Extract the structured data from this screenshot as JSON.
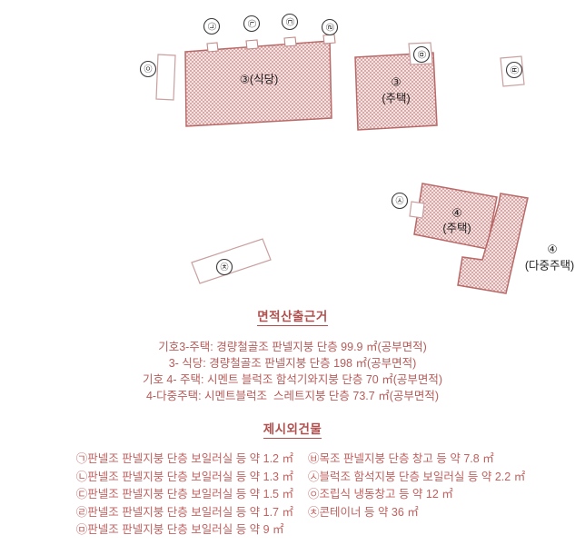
{
  "plan": {
    "buildings": [
      {
        "id": "restaurant",
        "number": "③",
        "name": "(식당)",
        "label": "③(식당)"
      },
      {
        "id": "house-3",
        "number": "③",
        "name": "(주택)",
        "label_line1": "③",
        "label_line2": "(주택)"
      },
      {
        "id": "house-4",
        "number": "④",
        "name": "(주택)",
        "label_line1": "④",
        "label_line2": "(주택)"
      },
      {
        "id": "multi-house-4",
        "number": "④",
        "name": "(다중주택)",
        "label_line1": "④",
        "label_line2": "(다중주택)"
      }
    ],
    "markers": [
      {
        "key": "giyeok",
        "glyph": "㉠"
      },
      {
        "key": "nieun",
        "glyph": "㉡"
      },
      {
        "key": "digeut",
        "glyph": "㉢"
      },
      {
        "key": "rieul",
        "glyph": "㉣"
      },
      {
        "key": "mieum",
        "glyph": "㉤"
      },
      {
        "key": "bieup",
        "glyph": "㉥"
      },
      {
        "key": "siot",
        "glyph": "㉦"
      },
      {
        "key": "ieung",
        "glyph": "㉧"
      },
      {
        "key": "chieut",
        "glyph": "㉩"
      }
    ],
    "colors": {
      "hatch_line": "#d69a9a",
      "outline": "#b96a68",
      "plain_outline": "#c9a0a0",
      "text": "#1d1d1d"
    }
  },
  "area_basis": {
    "heading": "면적산출근거",
    "lines": [
      "기호3-주택: 경량철골조 판넬지붕 단층 99.9 ㎡(공부면적)",
      "3- 식당: 경량철골조 판넬지붕 단층 198 ㎡(공부면적)",
      "기호 4- 주택: 시멘트 블럭조 함석기와지붕 단층 70 ㎡(공부면적)",
      "4-다중주택: 시멘트블럭조  스레트지붕 단층 73.7 ㎡(공부면적)"
    ]
  },
  "extra_buildings": {
    "heading": "제시외건물",
    "left_column": [
      "㉠판넬조 판넬지붕 단층 보일러실 등 약 1.2 ㎡",
      "㉡판넬조 판넬지붕 단층 보일러실 등 약 1.3 ㎡",
      "㉢판넬조 판넬지붕 단층 보일러실 등 약 1.5 ㎡",
      "㉣판넬조 판넬지붕 단층 보일러실 등 약 1.7 ㎡",
      "㉤판넬조 판넬지붕 단층 보일러실 등 약 9 ㎡"
    ],
    "right_column": [
      "㉥목조 판넬지붕 단층 창고 등 약 7.8 ㎡",
      "㉦블럭조 함석지붕 단층 보일러실 등 약 2.2 ㎡",
      "㉧조립식 냉동창고 등 약 12 ㎡",
      "㉩콘테이너 등 약 36 ㎡"
    ]
  }
}
